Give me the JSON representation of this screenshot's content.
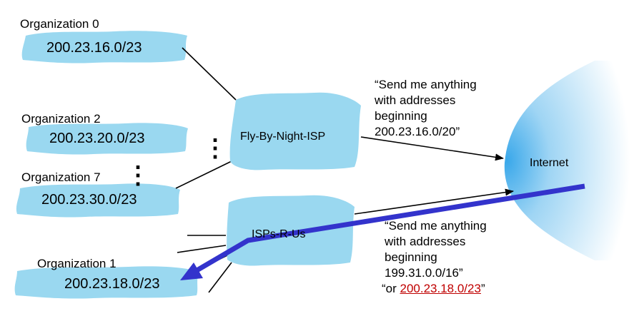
{
  "organizations": [
    {
      "name": "Organization 0",
      "prefix": "200.23.16.0/23"
    },
    {
      "name": "Organization 2",
      "prefix": "200.23.20.0/23"
    },
    {
      "name": "Organization 7",
      "prefix": "200.23.30.0/23"
    },
    {
      "name": "Organization 1",
      "prefix": "200.23.18.0/23"
    }
  ],
  "isps": {
    "fly_by_night": "Fly-By-Night-ISP",
    "isps_r_us": "ISPs-R-Us"
  },
  "internet": "Internet",
  "ellipsis": "⋮",
  "announcement_fly": {
    "lines": [
      "“Send me anything",
      "with addresses",
      "beginning",
      "200.23.16.0/20”"
    ]
  },
  "announcement_isps": {
    "lines": [
      "“Send me anything",
      "with addresses",
      "beginning",
      "199.31.0.0/16”"
    ],
    "or_prefix": "“or ",
    "or_highlight": "200.23.18.0/23",
    "or_suffix": "”"
  },
  "colors": {
    "cloud_fill": "#9ad8f0",
    "route_arrow": "#3333cc",
    "highlight": "#c00000",
    "internet_core": "#4ab4ec"
  }
}
